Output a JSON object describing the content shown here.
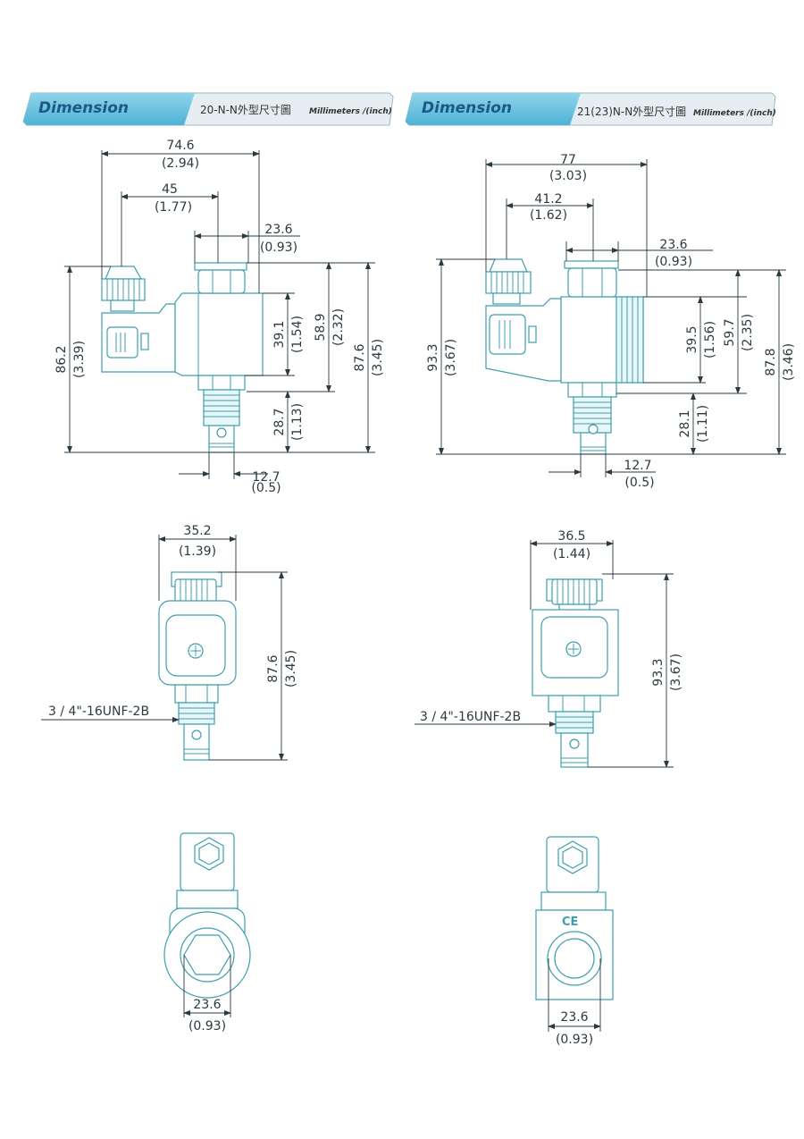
{
  "headers": [
    {
      "title": "Dimension",
      "code": "20-N-N外型尺寸圖",
      "units": "Millimeters /(inch)"
    },
    {
      "title": "Dimension",
      "code": "21(23)N-N外型尺寸圖",
      "units": "Millimeters /(inch)"
    }
  ],
  "left": {
    "side": {
      "overall_width": "74.6",
      "overall_width_in": "(2.94)",
      "conn_width": "45",
      "conn_width_in": "(1.77)",
      "hex_width": "23.6",
      "hex_width_in": "(0.93)",
      "total_height": "86.2",
      "total_height_in": "(3.39)",
      "coil_height": "39.1",
      "coil_height_in": "(1.54)",
      "upper_height": "58.9",
      "upper_height_in": "(2.32)",
      "full_height": "87.6",
      "full_height_in": "(3.45)",
      "cartridge_height": "28.7",
      "cartridge_height_in": "(1.13)",
      "nose_dia": "12.7",
      "nose_dia_in": "(0.5)"
    },
    "front": {
      "width": "35.2",
      "width_in": "(1.39)",
      "height": "87.6",
      "height_in": "(3.45)",
      "thread": "3 / 4\"-16UNF-2B"
    },
    "bottom": {
      "hex": "23.6",
      "hex_in": "(0.93)"
    }
  },
  "right": {
    "side": {
      "overall_width": "77",
      "overall_width_in": "(3.03)",
      "conn_width": "41.2",
      "conn_width_in": "(1.62)",
      "hex_width": "23.6",
      "hex_width_in": "(0.93)",
      "total_height": "93.3",
      "total_height_in": "(3.67)",
      "coil_height": "39.5",
      "coil_height_in": "(1.56)",
      "upper_height": "59.7",
      "upper_height_in": "(2.35)",
      "full_height": "87.8",
      "full_height_in": "(3.46)",
      "cartridge_height": "28.1",
      "cartridge_height_in": "(1.11)",
      "nose_dia": "12.7",
      "nose_dia_in": "(0.5)"
    },
    "front": {
      "width": "36.5",
      "width_in": "(1.44)",
      "height": "93.3",
      "height_in": "(3.67)",
      "thread": "3 / 4\"-16UNF-2B"
    },
    "bottom": {
      "hex": "23.6",
      "hex_in": "(0.93)",
      "mark": "CE"
    }
  }
}
